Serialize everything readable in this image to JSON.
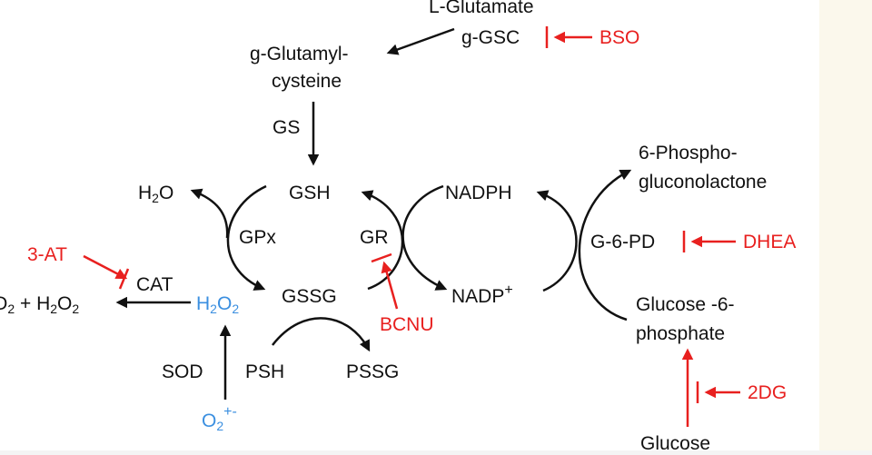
{
  "colors": {
    "text": "#111111",
    "inhibitor": "#e8201f",
    "ros": "#3b8fe0",
    "panel": "#fbf8ec"
  },
  "labels": {
    "l_glutamate": "L-Glutamate",
    "g_gsc": "g-GSC",
    "bso": "BSO",
    "g_glutamyl": "g-Glutamyl-",
    "cysteine": "cysteine",
    "gs": "GS",
    "gsh": "GSH",
    "h2o_base": "H",
    "h2o_sub": "2",
    "h2o_tail": "O",
    "gpx": "GPx",
    "three_at": "3-AT",
    "cat": "CAT",
    "o2_plus_h2o2": {
      "a": "O",
      "b": "2",
      "c": " + H",
      "d": "2",
      "e": "O",
      "f": "2"
    },
    "h2o2": {
      "a": "H",
      "b": "2",
      "c": "O",
      "d": "2"
    },
    "gssg": "GSSG",
    "gr": "GR",
    "bcnu": "BCNU",
    "nadph": "NADPH",
    "nadp": "NADP",
    "nadp_sup": "+",
    "sod": "SOD",
    "psh": "PSH",
    "pssg": "PSSG",
    "superoxide": {
      "a": "O",
      "b": "2",
      "c": "+-"
    },
    "phospho_line1": "6-Phospho-",
    "phospho_line2": "gluconolactone",
    "g6pd": "G-6-PD",
    "dhea": "DHEA",
    "g6p_line1": "Glucose -6-",
    "g6p_line2": "phosphate",
    "two_dg": "2DG",
    "glucose": "Glucose"
  }
}
